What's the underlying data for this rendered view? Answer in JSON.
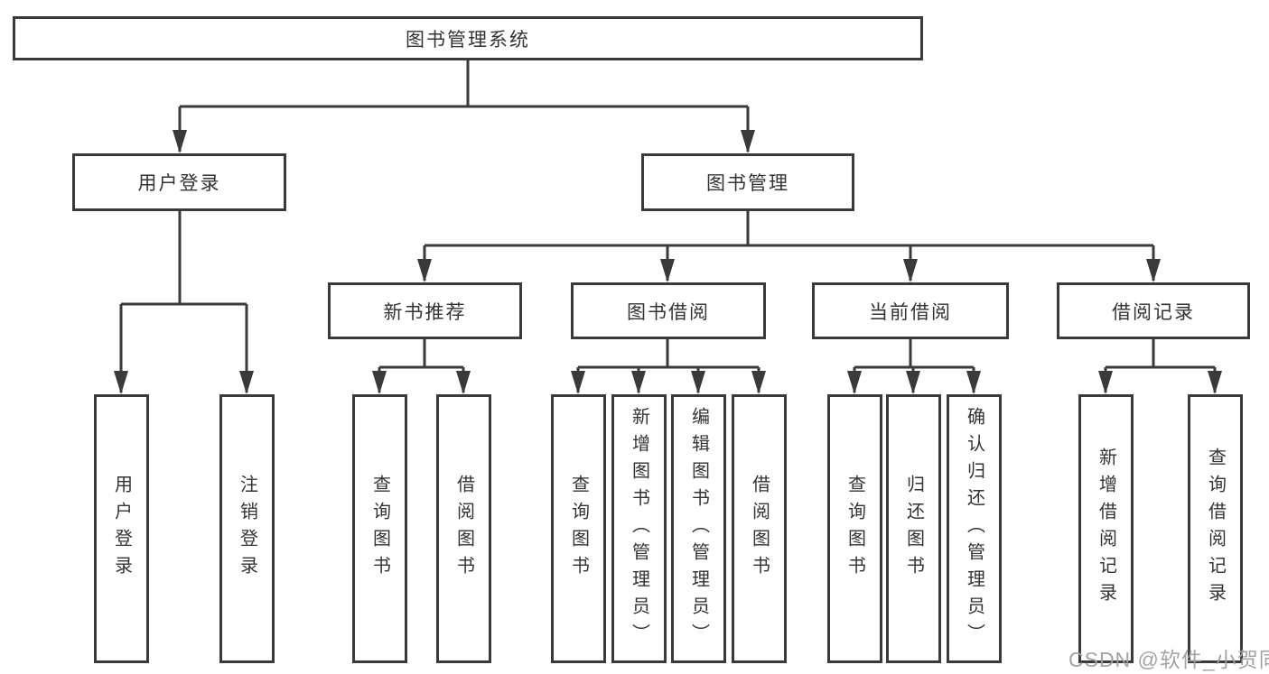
{
  "diagram": {
    "root": {
      "label": "图书管理系统"
    },
    "level1": [
      {
        "label": "用户登录"
      },
      {
        "label": "图书管理"
      }
    ],
    "level2": [
      {
        "label": "新书推荐",
        "parent": "图书管理"
      },
      {
        "label": "图书借阅",
        "parent": "图书管理"
      },
      {
        "label": "当前借阅",
        "parent": "图书管理"
      },
      {
        "label": "借阅记录",
        "parent": "图书管理"
      }
    ],
    "leaves": [
      {
        "label": "用户登录",
        "parent": "用户登录"
      },
      {
        "label": "注销登录",
        "parent": "用户登录"
      },
      {
        "label": "查询图书",
        "parent": "新书推荐"
      },
      {
        "label": "借阅图书",
        "parent": "新书推荐"
      },
      {
        "label": "查询图书",
        "parent": "图书借阅"
      },
      {
        "label": "新增图书（管理员）",
        "parent": "图书借阅"
      },
      {
        "label": "编辑图书（管理员）",
        "parent": "图书借阅"
      },
      {
        "label": "借阅图书",
        "parent": "图书借阅"
      },
      {
        "label": "查询图书",
        "parent": "当前借阅"
      },
      {
        "label": "归还图书",
        "parent": "当前借阅"
      },
      {
        "label": "确认归还（管理员）",
        "parent": "当前借阅"
      },
      {
        "label": "新增借阅记录",
        "parent": "借阅记录"
      },
      {
        "label": "查询借阅记录",
        "parent": "借阅记录"
      }
    ]
  },
  "watermark": {
    "text": "CSDN @软件_小贺同学"
  },
  "colors": {
    "line": "#3a3a3a",
    "text": "#333333",
    "watermark": "#9e9e9e",
    "background": "#ffffff"
  }
}
